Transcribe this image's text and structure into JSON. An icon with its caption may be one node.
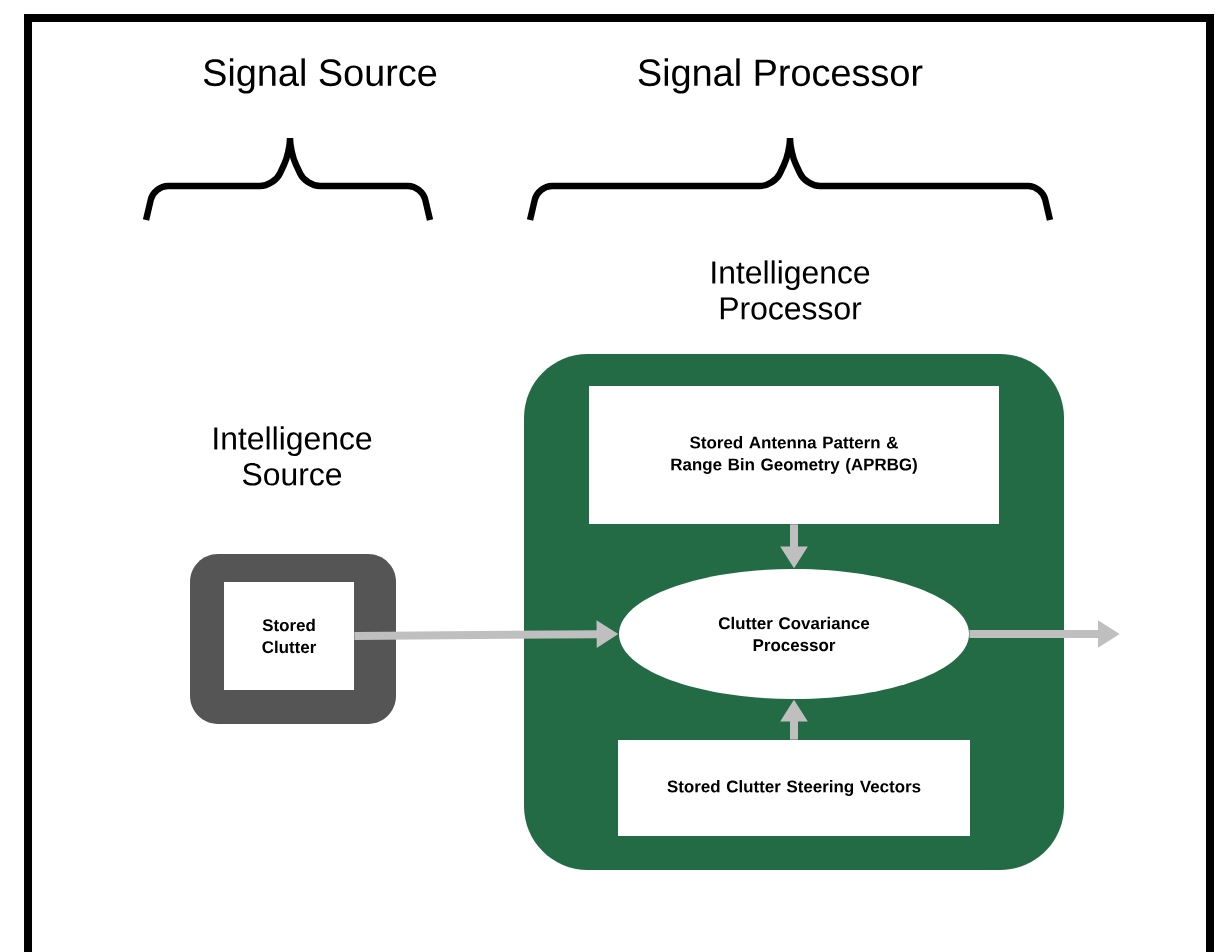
{
  "diagram": {
    "nodes": [
      {
        "text": [
          "Intelligence Source"
        ]
      },
      {
        "text": [
          "Stored Clutter"
        ],
        "in": 0
      },
      {
        "text": [
          "Intelligence Processor"
        ]
      },
      {
        "text": [
          "Stored Antenna Pattern & Range Bin Geometry (APRBG)"
        ],
        "in": 2
      },
      {
        "text": [
          "Clutter Covariance Processor"
        ],
        "in": 2
      },
      {
        "text": [
          "Stored Clutter Steering Vectors"
        ],
        "in": 2
      }
    ],
    "edges": [
      {
        "from": 1,
        "to": 4,
        "arrow": "to"
      },
      {
        "from": 3,
        "to": 4,
        "arrow": "to"
      },
      {
        "from": 5,
        "to": 4,
        "arrow": "to"
      },
      {
        "from": 4,
        "to": null,
        "arrow": "to"
      }
    ],
    "labels": [
      "Signal Source",
      "Signal Processor"
    ]
  }
}
